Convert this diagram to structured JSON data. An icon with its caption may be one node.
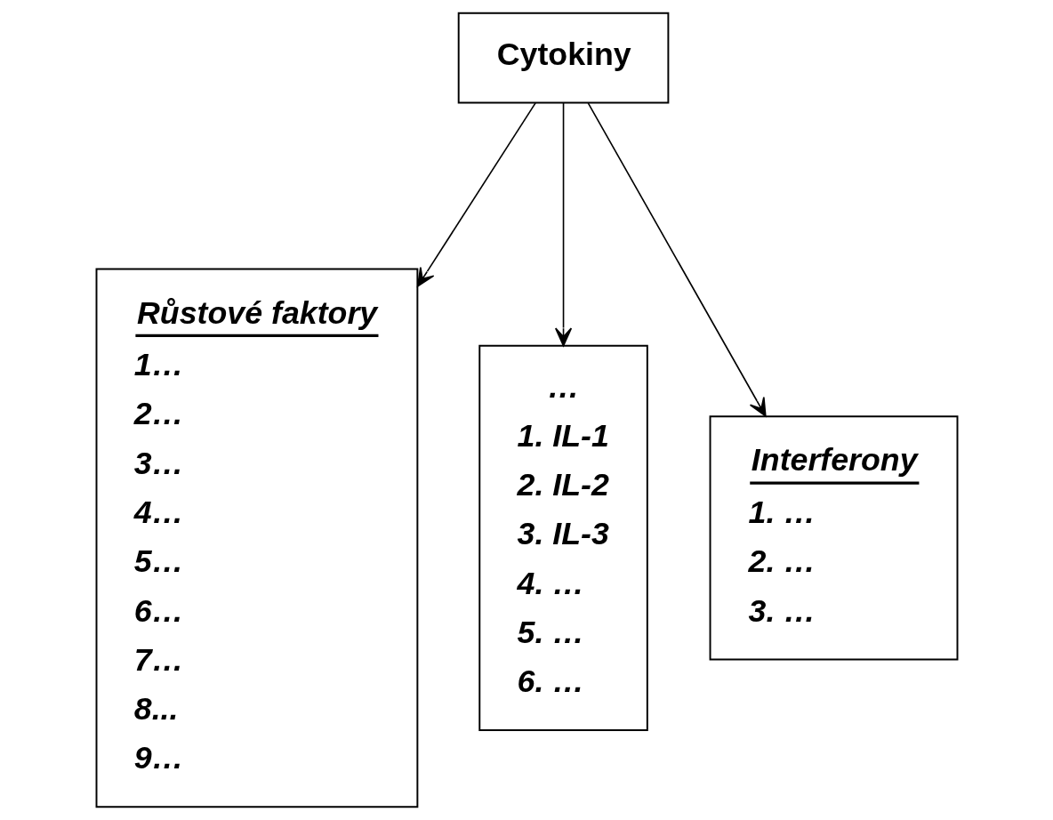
{
  "diagram": {
    "nodes": [
      {
        "text": [
          "Cytokiny"
        ]
      },
      {
        "text": [
          "Růstové faktory",
          "1…",
          "2…",
          "3…",
          "4…",
          "5…",
          "6…",
          "7…",
          "8...",
          "9…"
        ]
      },
      {
        "text": [
          "…",
          "1. IL-1",
          "2. IL-2",
          "3. IL-3",
          "4. …",
          "5. …",
          "6. …"
        ]
      },
      {
        "text": [
          "Interferony",
          "1. …",
          "2. …",
          "3. …"
        ]
      }
    ],
    "edges": [
      {
        "from": 0,
        "to": 1,
        "arrow": "to"
      },
      {
        "from": 0,
        "to": 2,
        "arrow": "to"
      },
      {
        "from": 0,
        "to": 3,
        "arrow": "to"
      }
    ]
  }
}
